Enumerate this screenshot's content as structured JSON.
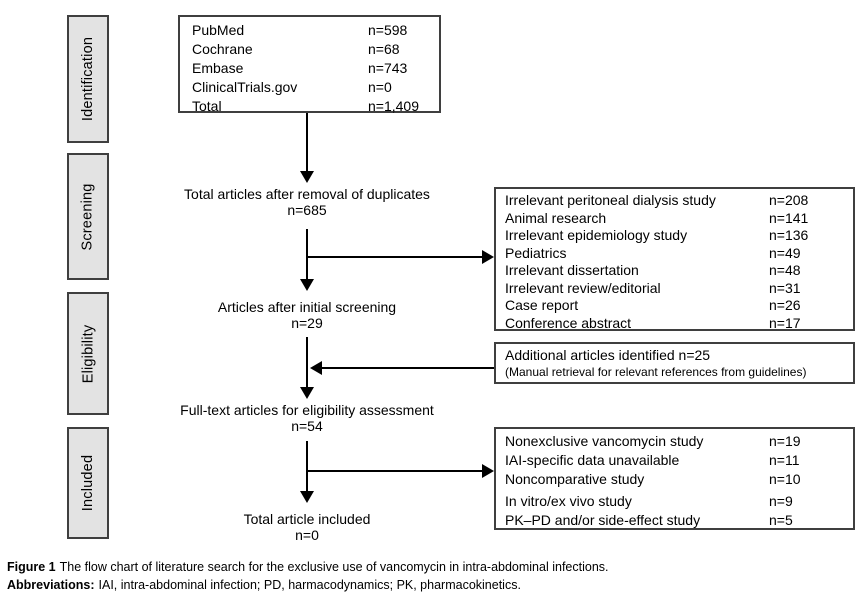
{
  "colors": {
    "line": "#000000",
    "box_border": "#3f3f3f",
    "stage_fill": "#e3e3e3"
  },
  "stages": [
    {
      "label": "Identification"
    },
    {
      "label": "Screening"
    },
    {
      "label": "Eligibility"
    },
    {
      "label": "Included"
    }
  ],
  "sources_box": {
    "rows": [
      {
        "label": "PubMed",
        "value": "n=598"
      },
      {
        "label": "Cochrane",
        "value": "n=68"
      },
      {
        "label": "Embase",
        "value": "n=743"
      },
      {
        "label": "ClinicalTrials.gov",
        "value": "n=0"
      },
      {
        "label": "Total",
        "value": "n=1,409"
      }
    ]
  },
  "flow_nodes": [
    {
      "title": "Total articles after removal of duplicates",
      "count": "n=685"
    },
    {
      "title": "Articles after initial screening",
      "count": "n=29"
    },
    {
      "title": "Full-text articles for eligibility assessment",
      "count": "n=54"
    },
    {
      "title": "Total article included",
      "count": "n=0"
    }
  ],
  "screening_exclusions_box": {
    "rows": [
      {
        "label": "Irrelevant peritoneal dialysis study",
        "value": "n=208"
      },
      {
        "label": "Animal research",
        "value": "n=141"
      },
      {
        "label": "Irrelevant epidemiology study",
        "value": "n=136"
      },
      {
        "label": "Pediatrics",
        "value": "n=49"
      },
      {
        "label": "Irrelevant dissertation",
        "value": "n=48"
      },
      {
        "label": "Irrelevant review/editorial",
        "value": "n=31"
      },
      {
        "label": "Case report",
        "value": "n=26"
      },
      {
        "label": "Conference abstract",
        "value": "n=17"
      }
    ]
  },
  "additional_articles_box": {
    "title": "Additional articles identified n=25",
    "subtitle": "(Manual retrieval for relevant references from guidelines)"
  },
  "eligibility_exclusions_box": {
    "rows": [
      {
        "label": "Nonexclusive vancomycin study",
        "value": "n=19"
      },
      {
        "label": "IAI-specific data unavailable",
        "value": "n=11"
      },
      {
        "label": "Noncomparative study",
        "value": "n=10"
      },
      {
        "label": "In vitro/ex vivo study",
        "value": "n=9"
      },
      {
        "label": "PK–PD and/or side-effect study",
        "value": "n=5"
      }
    ]
  },
  "caption": {
    "figure_label": "Figure 1",
    "figure_text": "The flow chart of literature search for the exclusive use of vancomycin in intra-abdominal infections.",
    "abbrev_label": "Abbreviations:",
    "abbrev_text": "IAI, intra-abdominal infection; PD, harmacodynamics; PK, pharmacokinetics."
  }
}
